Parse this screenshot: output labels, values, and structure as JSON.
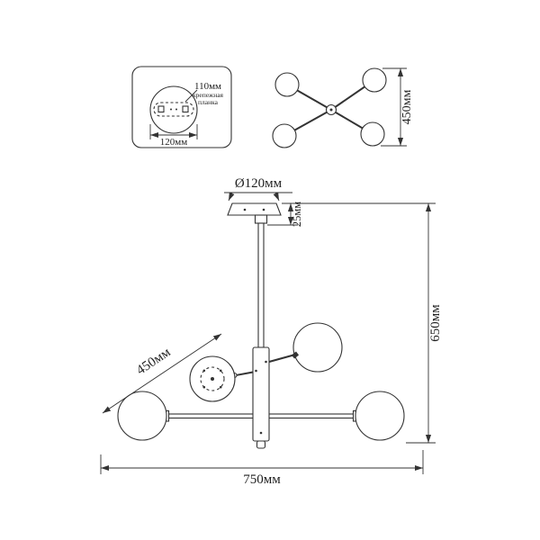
{
  "detail_inset": {
    "bracket_dim_label": "110мм",
    "bracket_name_line1": "крепежная",
    "bracket_name_line2": "планка",
    "plate_width_label": "120мм"
  },
  "top_view": {
    "span_label": "450мм"
  },
  "front_view": {
    "canopy_diameter_label": "Ø120мм",
    "canopy_height_label": "25мм",
    "arm_length_label": "450мм",
    "overall_height_label": "650мм",
    "overall_width_label": "750мм"
  },
  "colors": {
    "line": "#333333",
    "background": "#ffffff"
  }
}
